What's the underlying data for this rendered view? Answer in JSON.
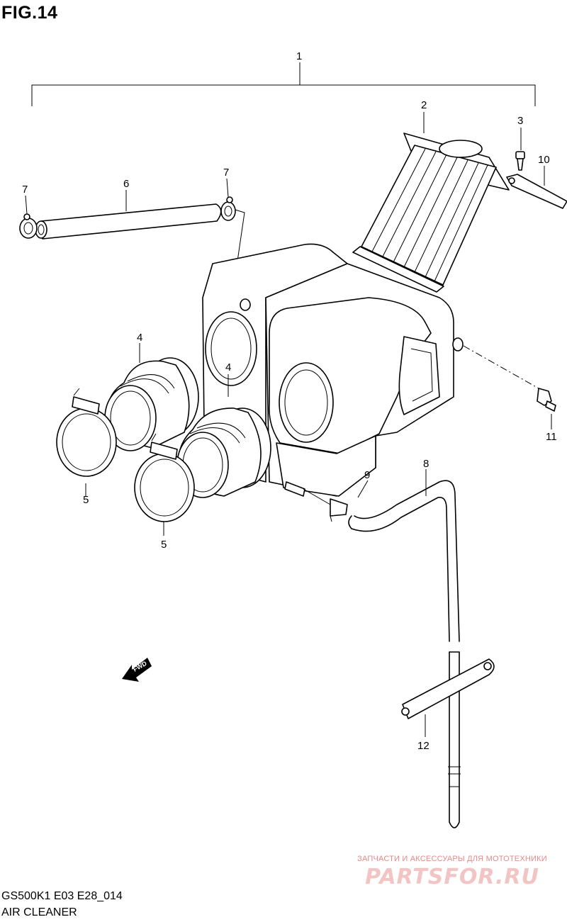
{
  "figure": {
    "title": "FIG.14",
    "model_code": "GS500K1 E03 E28_014",
    "section_name": "AIR CLEANER"
  },
  "callouts": [
    "1",
    "2",
    "3",
    "4",
    "4",
    "5",
    "5",
    "6",
    "7",
    "7",
    "8",
    "9",
    "10",
    "11",
    "12"
  ],
  "fwd_marker": "FWD",
  "watermark": {
    "tagline": "ЗАПЧАСТИ И АКСЕССУАРЫ ДЛЯ МОТОТЕХНИКИ",
    "logo": "PARTSFOR.RU"
  }
}
